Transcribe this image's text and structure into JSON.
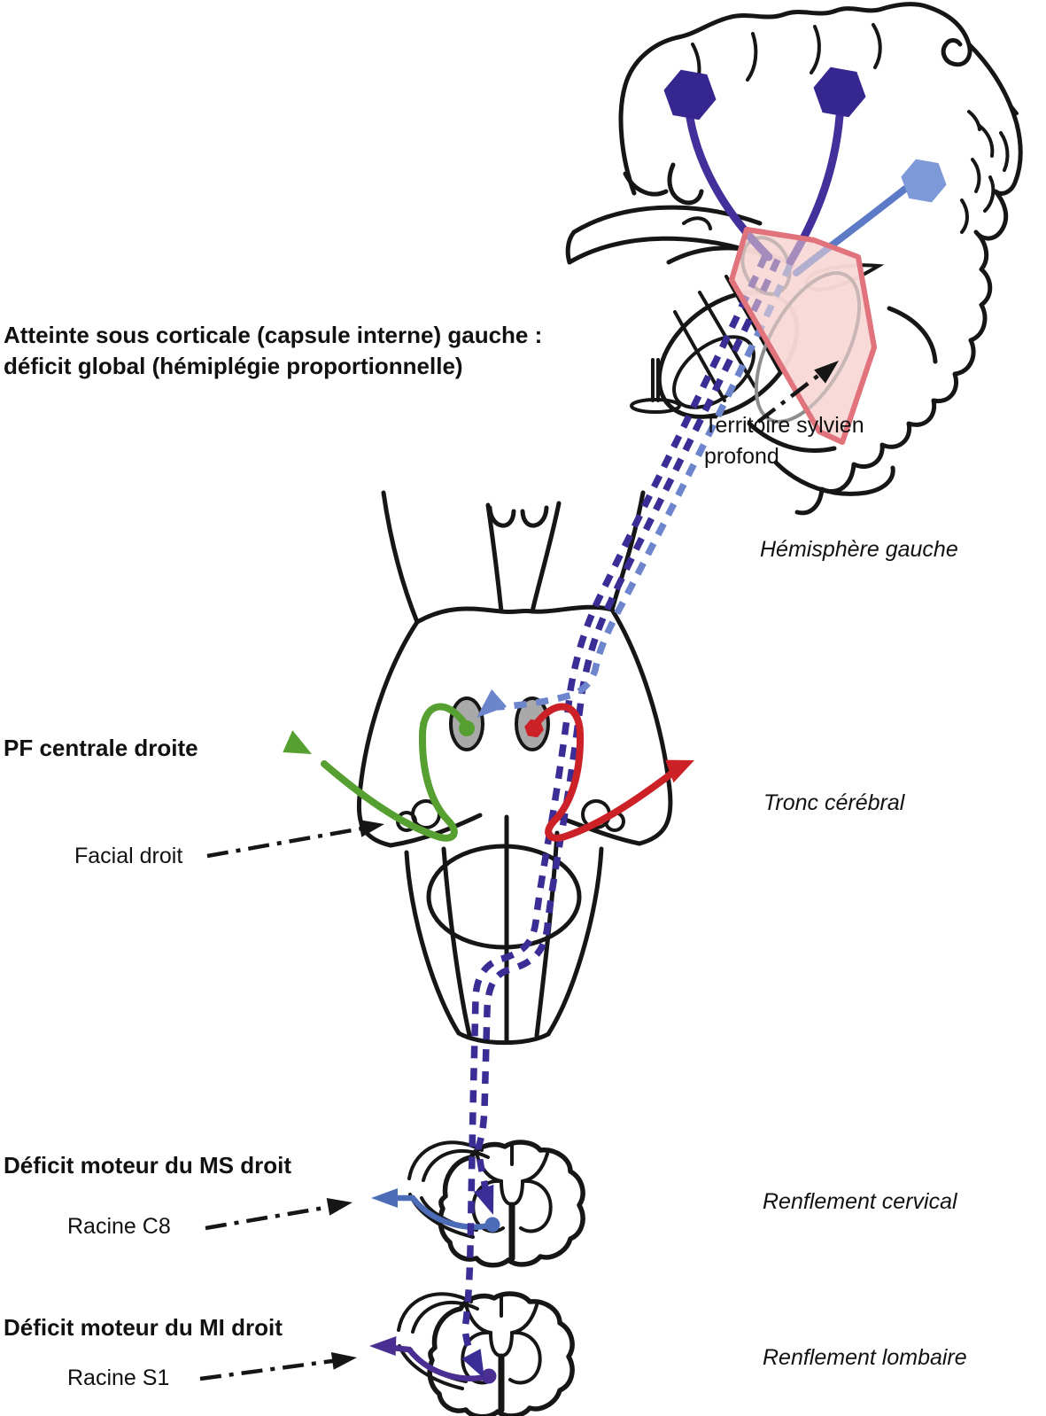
{
  "figure_labels": {
    "lesion_title": {
      "line1": "Atteinte sous corticale (capsule interne) gauche :",
      "line2": "déficit global (hémiplégie proportionnelle)"
    },
    "territory": {
      "line1": "Territoire sylvien",
      "line2": "profond"
    },
    "hemisphere_label": "Hémisphère gauche",
    "pf_label": "PF centrale droite",
    "facial_label": "Facial droit",
    "brainstem_label": "Tronc cérébral",
    "deficit_ms_label": "Déficit moteur du MS droit",
    "c8_label": "Racine C8",
    "cervical_label": "Renflement cervical",
    "deficit_mi_label": "Déficit moteur du MI droit",
    "s1_label": "Racine S1",
    "lumbar_label": "Renflement lombaire"
  },
  "diagram": {
    "levels_top_to_bottom": [
      "Hémisphère gauche",
      "Tronc cérébral",
      "Renflement cervical",
      "Renflement lombaire"
    ],
    "lesion_zone": "Territoire sylvien profond",
    "pathways": [
      {
        "name": "dashed-indigo-tract-ending-cervical",
        "target_label": "Racine C8",
        "style": "dashed"
      },
      {
        "name": "dashed-indigo-tract-ending-lumbar",
        "target_label": "Racine S1",
        "style": "dashed"
      },
      {
        "name": "dashed-blue-tract-to-facial-nucleus",
        "target_label": "Facial droit",
        "style": "dashed"
      },
      {
        "name": "green-facial-nerve-arrow",
        "target_label": "PF centrale droite",
        "style": "solid"
      },
      {
        "name": "red-facial-nerve-arrow",
        "target_label": "",
        "style": "solid"
      }
    ]
  },
  "colors": {
    "outline_black": "#161616",
    "label_black": "#111111",
    "tract_indigo": "#3a2d96",
    "tract_blue": "#6d85cc",
    "hexagon_indigo_fill": "#35278f",
    "hexagon_indigo_stem": "#44309b",
    "hexagon_blue_fill": "#7e99d8",
    "hexagon_blue_stem": "#5c7ac6",
    "facial_green": "#569f31",
    "facial_red": "#cc2127",
    "lesion_pink_fill": "#f8d9d7",
    "lesion_pink_stroke": "#e0737c",
    "nucleus_gray_fill": "#a9a9a9",
    "deep_gray_line": "#8d8d8d",
    "root_blue": "#4d6cb8",
    "root_purple": "#4b2e91"
  }
}
